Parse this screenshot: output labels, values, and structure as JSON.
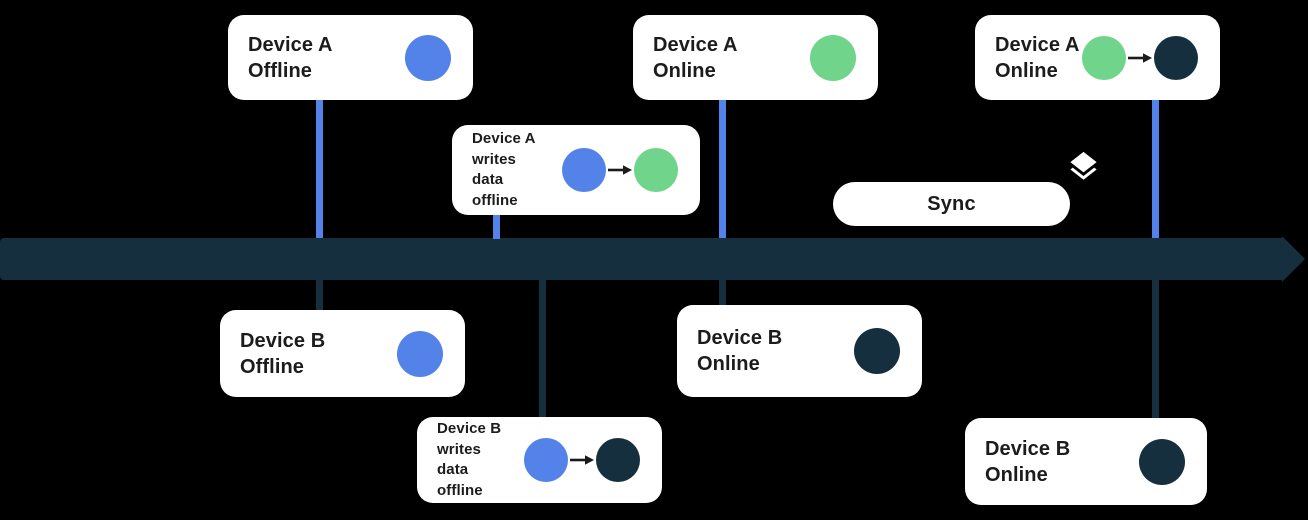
{
  "colors": {
    "background": "#000000",
    "card-bg": "#ffffff",
    "navy": "#162f3f",
    "blue": "#5383e8",
    "green": "#70d48b",
    "text": "#1c1c1c",
    "arrow-ink": "#1b1b1b"
  },
  "cards": [
    {
      "label": "Device A\nOffline",
      "dots": [
        "blue"
      ]
    },
    {
      "label": "Device A\nwrites\ndata\noffline",
      "dots": [
        "blue",
        "green"
      ]
    },
    {
      "label": "Device A\nOnline",
      "dots": [
        "green"
      ]
    },
    {
      "label": "Device A\nOnline",
      "dots": [
        "green",
        "navy"
      ]
    },
    {
      "label": "Device B\nOffline",
      "dots": [
        "blue"
      ]
    },
    {
      "label": "Device B\nwrites\ndata\noffline",
      "dots": [
        "blue",
        "navy"
      ]
    },
    {
      "label": "Device B\nOnline",
      "dots": [
        "navy"
      ]
    },
    {
      "label": "Device B\nOnline",
      "dots": [
        "navy"
      ]
    }
  ],
  "sync": {
    "label": "Sync"
  },
  "icons": {
    "timeline": "timeline-arrow",
    "sync_badge": "layers-icon",
    "dot_transfer": "flow-arrow-icon"
  }
}
